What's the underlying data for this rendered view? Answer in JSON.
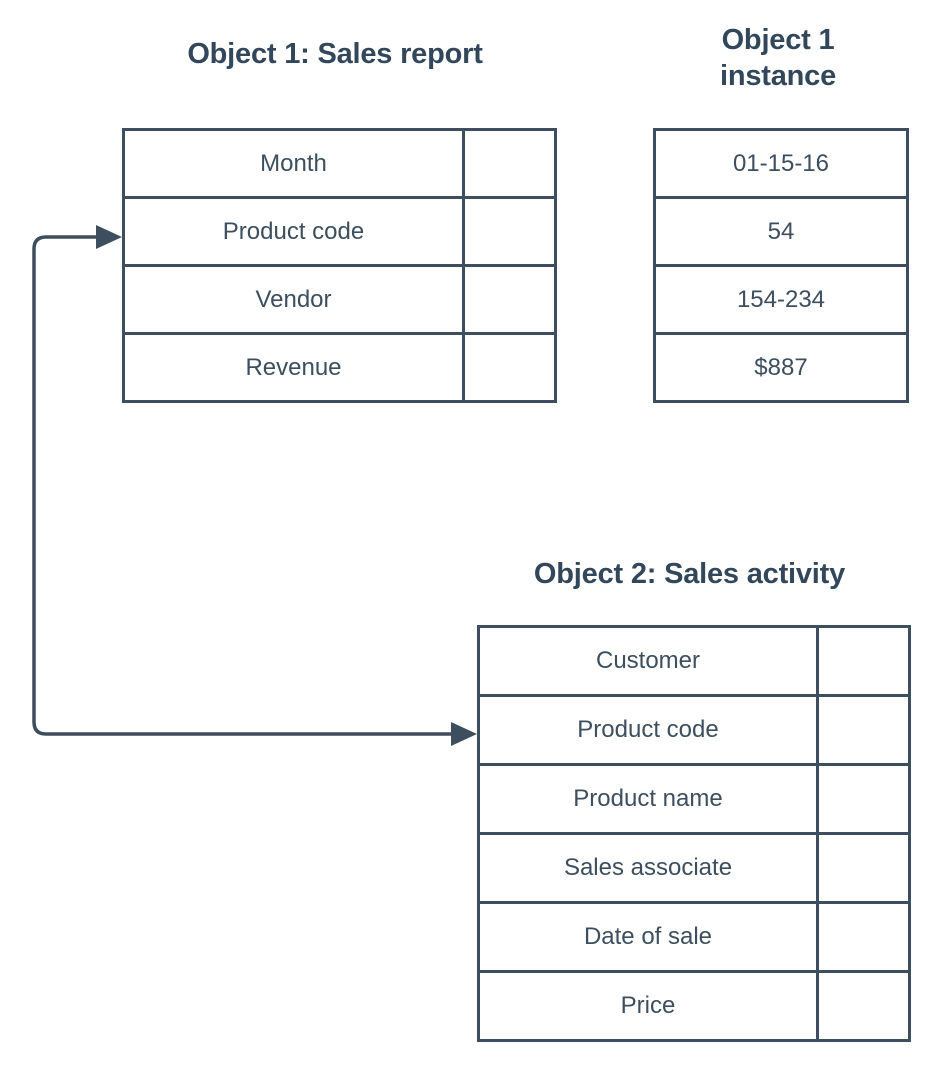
{
  "diagram": {
    "title_object1": "Object 1: Sales report",
    "title_instance": "Object 1 instance",
    "title_object2": "Object 2: Sales activity",
    "accent_color": "#3d4f5e",
    "text_color": "#33475b",
    "background_color": "#ffffff"
  },
  "object1": {
    "heading": "Object 1: Sales report",
    "rows": [
      {
        "label": "Month",
        "value": ""
      },
      {
        "label": "Product code",
        "value": ""
      },
      {
        "label": "Vendor",
        "value": ""
      },
      {
        "label": "Revenue",
        "value": ""
      }
    ]
  },
  "instance": {
    "heading": "Object 1 instance",
    "heading_line1": "Object 1",
    "heading_line2": "instance",
    "rows": [
      {
        "value": "01-15-16"
      },
      {
        "value": "54"
      },
      {
        "value": "154-234"
      },
      {
        "value": "$887"
      }
    ]
  },
  "object2": {
    "heading": "Object 2: Sales activity",
    "rows": [
      {
        "label": "Customer",
        "value": ""
      },
      {
        "label": "Product code",
        "value": ""
      },
      {
        "label": "Product name",
        "value": ""
      },
      {
        "label": "Sales associate",
        "value": ""
      },
      {
        "label": "Date of sale",
        "value": ""
      },
      {
        "label": "Price",
        "value": ""
      }
    ]
  },
  "connector": {
    "name": "product-code-relationship",
    "from_row": "Product code",
    "to_row": "Product code",
    "arrow_count": 2
  }
}
